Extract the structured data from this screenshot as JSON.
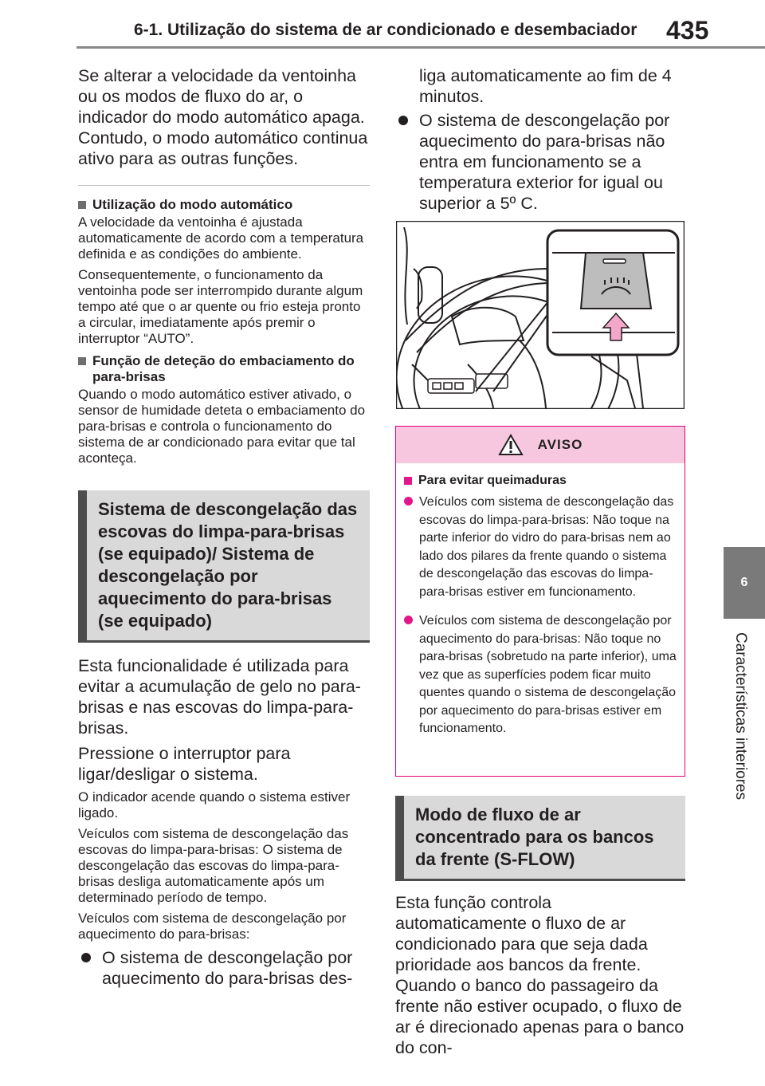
{
  "header": {
    "title": "6-1. Utilização do sistema de ar condicionado e desembaciador",
    "page_number": "435"
  },
  "side": {
    "tab_number": "6",
    "label": "Características interiores"
  },
  "left": {
    "intro": "Se alterar a velocidade da ventoinha ou os modos de fluxo do ar, o indicador do modo automático apaga. Contudo, o modo automático continua ativo para as outras funções.",
    "sub1_title": "Utilização do modo automático",
    "sub1_p1": "A velocidade da ventoinha é ajustada automaticamente de acordo com a temperatura definida e as condições do ambiente.",
    "sub1_p2": "Consequentemente, o funcionamento da ventoinha pode ser interrompido durante algum tempo até que o ar quente ou frio esteja pronto a circular, imediatamente após premir o interruptor “AUTO”.",
    "sub2_title": "Função de deteção do embaciamento do para-brisas",
    "sub2_p": "Quando o modo automático estiver ativado, o sensor de humidade deteta o embaciamento do para-brisas e controla o funcionamento do sistema de ar condicionado para evitar que tal aconteça.",
    "box_title": "Sistema de descongelação das escovas do limpa-para-brisas (se equipado)/ Sistema de descongelação por aquecimento do para-brisas (se equipado)",
    "p1": "Esta funcionalidade é utilizada para evitar a acumulação de gelo no para-brisas e nas escovas do limpa-para-brisas.",
    "p2": "Pressione o interruptor para ligar/desligar o sistema.",
    "s1": "O indicador acende quando o sistema estiver ligado.",
    "s2": "Veículos com sistema de descongelação das escovas do limpa-para-brisas: O sistema de descongelação das escovas do limpa-para-brisas desliga automaticamente após um determinado período de tempo.",
    "s3": "Veículos com sistema de descongelação por aquecimento do para-brisas:",
    "bullet1": "O sistema de descongelação por aquecimento do para-brisas des-"
  },
  "right": {
    "cont": "liga automaticamente ao fim de 4 minutos.",
    "bullet2": "O sistema de descongelação por aquecimento do para-brisas não entra em funcionamento se a temperatura exterior for igual ou superior a 5º C.",
    "warning": {
      "head": "AVISO",
      "sub": "Para evitar queimaduras",
      "item1": "Veículos com sistema de descongelação das escovas do limpa-para-brisas: Não toque na parte inferior do vidro do para-brisas nem ao lado dos pilares da frente quando o sistema de descongelação das escovas do limpa-para-brisas estiver em funcionamento.",
      "item2": "Veículos com sistema de descongelação por aquecimento do para-brisas: Não toque no para-brisas (sobretudo na parte inferior), uma vez que as superfícies podem ficar muito quentes quando o sistema de descongelação por aquecimento do para-brisas estiver em funcionamento."
    },
    "box2_title": "Modo de fluxo de ar concentrado para os bancos da frente (S-FLOW)",
    "p3": "Esta função controla automaticamente o fluxo de ar condicionado para que seja dada prioridade aos bancos da frente. Quando o banco do passageiro da frente não estiver ocupado, o fluxo de ar é direcionado apenas para o banco do con-"
  },
  "colors": {
    "warning_accent": "#e2188a",
    "warning_fill": "#f6c7df",
    "box_fill": "#d9d9d9",
    "tab_fill": "#7a7a7a"
  }
}
